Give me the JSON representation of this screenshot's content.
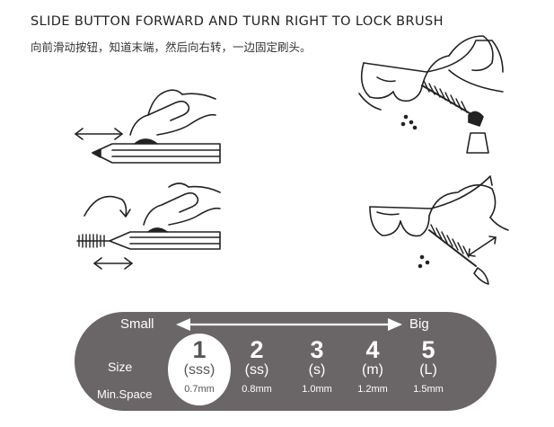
{
  "header": {
    "title": "SLIDE BUTTON FORWARD AND TURN RIGHT TO LOCK BRUSH",
    "subtitle": "向前滑动按钮，知道末端，然后向右转，一边固定刷头。"
  },
  "scale": {
    "small_label": "Small",
    "big_label": "Big",
    "size_label": "Size",
    "min_space_label": "Min.Space",
    "sizes": [
      {
        "number": "1",
        "code": "(sss)",
        "min_space": "0.7mm"
      },
      {
        "number": "2",
        "code": "(ss)",
        "min_space": "0.8mm"
      },
      {
        "number": "3",
        "code": "(s)",
        "min_space": "1.0mm"
      },
      {
        "number": "4",
        "code": "(m)",
        "min_space": "1.2mm"
      },
      {
        "number": "5",
        "code": "(L)",
        "min_space": "1.5mm"
      }
    ]
  },
  "colors": {
    "pill_background": "#6a6667",
    "highlight": "#ffffff",
    "line_art": "#222222"
  },
  "icons": [
    "hand-slide-illustration",
    "hand-lock-illustration",
    "teeth-brush-illustration",
    "teeth-gap-illustration"
  ]
}
